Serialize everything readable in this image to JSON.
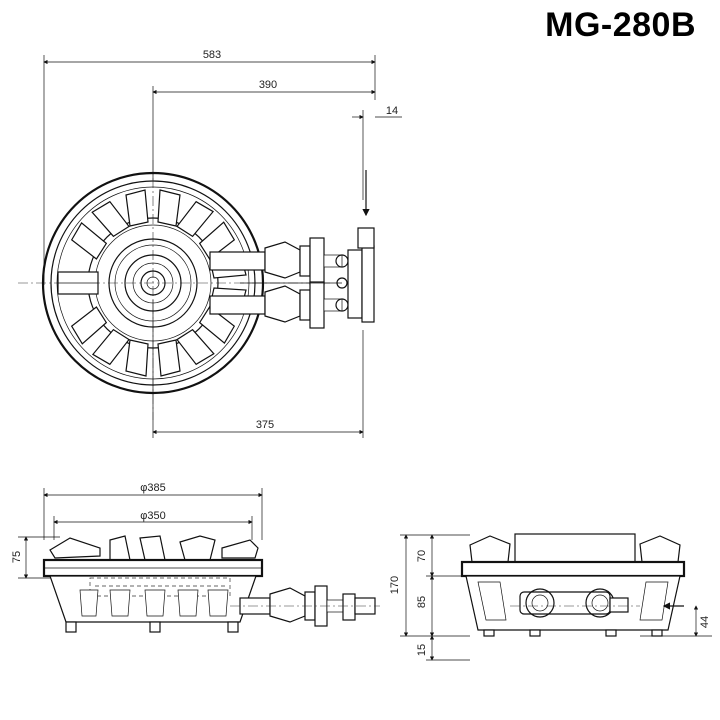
{
  "title": "MG-280B",
  "top_view": {
    "dims": {
      "overall_width": "583",
      "center_to_end": "390",
      "inlet_offset": "14",
      "center_to_pipe": "375"
    }
  },
  "front_view": {
    "dims": {
      "outer_diameter": "φ385",
      "inner_diameter": "φ350",
      "trivet_height": "75"
    }
  },
  "side_view": {
    "dims": {
      "total_height": "170",
      "upper_height": "70",
      "lower_height": "85",
      "foot_height": "15",
      "inlet_height": "44"
    }
  }
}
